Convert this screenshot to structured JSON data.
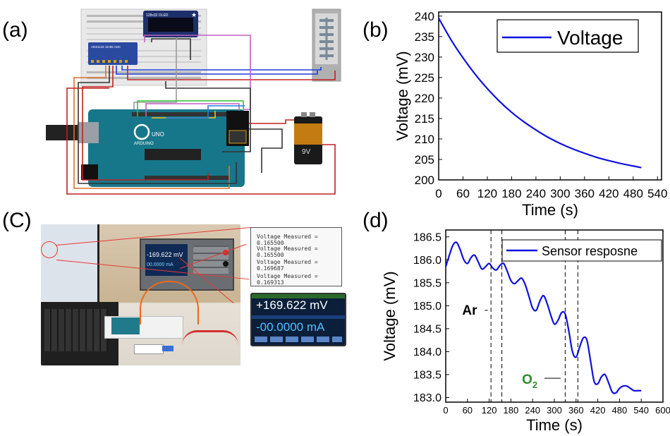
{
  "panels": {
    "a": "(a)",
    "b": "(b)",
    "c": "(C)",
    "d": "(d)"
  },
  "circuit": {
    "oled_label": "128x32 OLED",
    "adc_label": "ADS1115 16-Bit ADC",
    "board_label": "UNO",
    "brand_label": "ARDUINO",
    "battery_label": "9V"
  },
  "photo_c": {
    "voltage_readings": [
      "Voltage Measured = 0.165500",
      "Voltage Measured = 0.165500",
      "Voltage Measured = 0.169687",
      "Voltage Measured = 0.169313"
    ],
    "meter_voltage": "+169.622 mV",
    "meter_current": "-00.0000 mA",
    "meter_small_voltage": "-169.622 mV",
    "meter_small_current": "00.0000 mA"
  },
  "colors": {
    "line": "#1010e0",
    "o2_label": "#2e8b2e"
  },
  "chart_data": [
    {
      "type": "line",
      "xlabel": "Time (s)",
      "ylabel": "Voltage (mV)",
      "xlim": [
        0,
        550
      ],
      "ylim": [
        200,
        241
      ],
      "xticks": [
        0,
        60,
        120,
        180,
        240,
        300,
        360,
        420,
        480,
        540
      ],
      "yticks": [
        200,
        205,
        210,
        215,
        220,
        225,
        230,
        235,
        240
      ],
      "legend_position": "top-right",
      "series": [
        {
          "name": "Voltage",
          "x": [
            0,
            30,
            60,
            90,
            120,
            150,
            180,
            210,
            240,
            270,
            300,
            330,
            360,
            390,
            420,
            450,
            480,
            500
          ],
          "y": [
            239.5,
            234.3,
            229.8,
            225.8,
            222.3,
            219.2,
            216.5,
            214.2,
            212.2,
            210.4,
            208.9,
            207.6,
            206.5,
            205.5,
            204.7,
            204.0,
            203.4,
            203.0
          ]
        }
      ]
    },
    {
      "type": "line",
      "xlabel": "Time (s)",
      "ylabel": "Voltage (mV)",
      "xlim": [
        0,
        600
      ],
      "ylim": [
        182.9,
        186.65
      ],
      "xticks": [
        0,
        60,
        120,
        180,
        240,
        300,
        360,
        420,
        480,
        540,
        600
      ],
      "xtick_labels": [
        "0",
        "60",
        "120",
        "180",
        "240",
        "300",
        "360",
        "420",
        "480",
        "540",
        "600"
      ],
      "yticks": [
        183.0,
        183.5,
        184.0,
        184.5,
        185.0,
        185.5,
        186.0,
        186.5
      ],
      "ytick_labels": [
        "183.0",
        "183.5",
        "184.0",
        "184.5",
        "185.0",
        "185.5",
        "186.0",
        "186.5"
      ],
      "legend_position": "top-right",
      "vlines": [
        125,
        155,
        330,
        365
      ],
      "annotations": [
        {
          "text": "Ar",
          "x": 65,
          "y": 184.9,
          "arrow_to_x": 120
        },
        {
          "text": "O",
          "sub": "2",
          "x": 230,
          "y": 183.42,
          "arrow_to_x": 325
        }
      ],
      "series": [
        {
          "name": "Sensor resposne",
          "x": [
            0,
            10,
            20,
            30,
            40,
            50,
            60,
            70,
            80,
            90,
            100,
            110,
            120,
            130,
            140,
            150,
            160,
            170,
            180,
            190,
            200,
            210,
            220,
            230,
            240,
            250,
            260,
            270,
            280,
            290,
            300,
            310,
            320,
            330,
            340,
            350,
            360,
            370,
            380,
            390,
            400,
            410,
            420,
            430,
            440,
            450,
            460,
            470,
            480,
            490,
            500,
            510,
            520,
            530,
            540
          ],
          "y": [
            185.85,
            186.1,
            186.32,
            186.38,
            186.22,
            186.0,
            185.92,
            186.05,
            186.1,
            185.95,
            185.8,
            185.85,
            185.92,
            185.82,
            185.78,
            185.88,
            185.92,
            185.75,
            185.55,
            185.48,
            185.55,
            185.6,
            185.45,
            185.2,
            184.95,
            184.9,
            185.1,
            185.22,
            185.05,
            184.8,
            184.6,
            184.68,
            184.85,
            184.82,
            184.45,
            184.0,
            183.88,
            184.1,
            184.3,
            184.25,
            183.8,
            183.35,
            183.3,
            183.45,
            183.5,
            183.32,
            183.12,
            183.1,
            183.2,
            183.25,
            183.25,
            183.2,
            183.15,
            183.15,
            183.15
          ]
        }
      ]
    }
  ]
}
